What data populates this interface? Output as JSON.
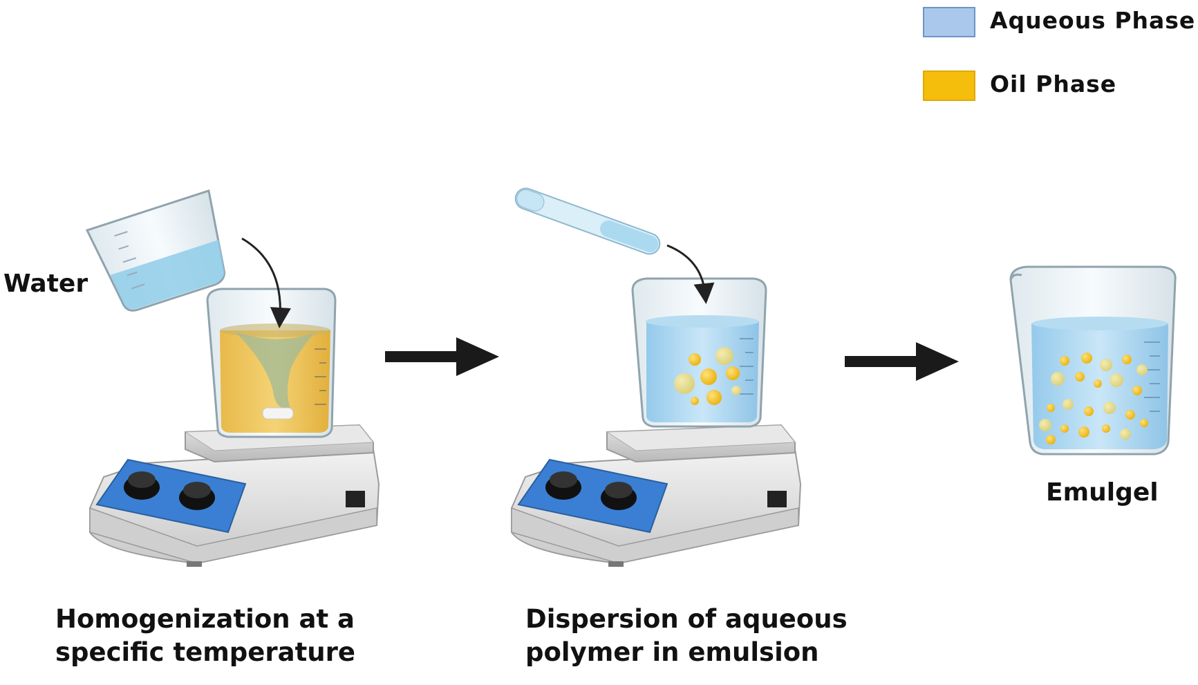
{
  "legend": {
    "items": [
      {
        "label": "Aqueous Phase",
        "color": "#a9c8ec",
        "border": "#6d94c7"
      },
      {
        "label": "Oil Phase",
        "color": "#f5bd0c",
        "border": "#e0a800"
      }
    ]
  },
  "labels": {
    "water": "Water",
    "step1_line1": "Homogenization at a",
    "step1_line2": "specific temperature",
    "step2_line1": "Dispersion of aqueous",
    "step2_line2": "polymer in emulsion",
    "product": "Emulgel"
  },
  "colors": {
    "aqueous": "#a9d3ef",
    "oil": "#f0c24a",
    "glass": "#eaf2f6",
    "plate_blue": "#3a7fd3",
    "arrow": "#1a1a1a"
  }
}
